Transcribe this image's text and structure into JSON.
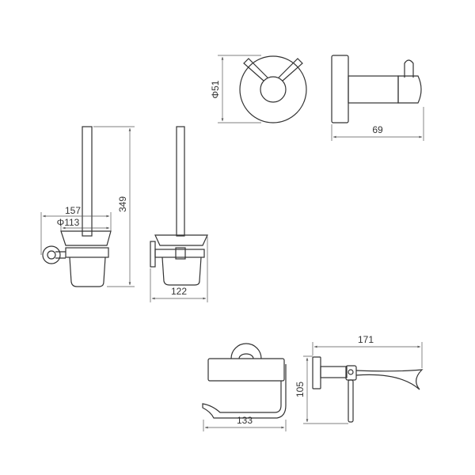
{
  "dimensions": {
    "hook_diameter": "Φ51",
    "hook_depth": "69",
    "brush_width": "157",
    "brush_cup_diameter": "Φ113",
    "brush_height": "349",
    "brush_depth": "122",
    "paper_width": "133",
    "paper_height": "105",
    "paper_depth": "171"
  }
}
